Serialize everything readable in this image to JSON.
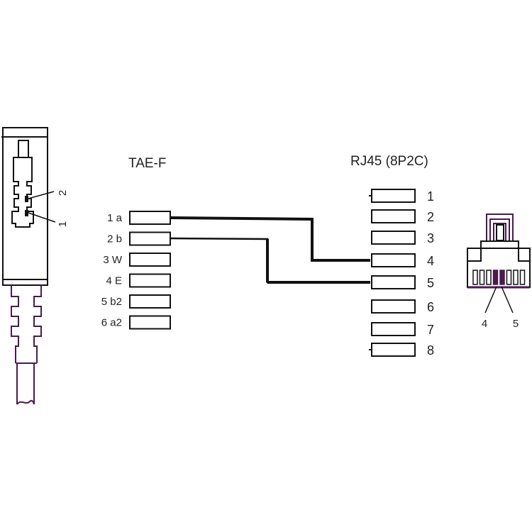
{
  "diagram": {
    "tae_title": "TAE-F",
    "rj45_title": "RJ45 (8P2C)",
    "tae_pins": [
      {
        "label": "1 a"
      },
      {
        "label": "2 b"
      },
      {
        "label": "3 W"
      },
      {
        "label": "4 E"
      },
      {
        "label": "5 b2"
      },
      {
        "label": "6 a2"
      }
    ],
    "rj45_pins": [
      {
        "label": "1"
      },
      {
        "label": "2"
      },
      {
        "label": "3"
      },
      {
        "label": "4"
      },
      {
        "label": "5"
      },
      {
        "label": "6"
      },
      {
        "label": "7"
      },
      {
        "label": "8"
      }
    ],
    "connections": [
      {
        "from": "1 a",
        "to": "4"
      },
      {
        "from": "2 b",
        "to": "5"
      }
    ],
    "tae_plug_contact_labels": [
      "2",
      "1"
    ],
    "rj45_plug_contact_labels": [
      "4",
      "5"
    ],
    "colors": {
      "line": "#111111",
      "accent": "#4a1b4f"
    }
  }
}
